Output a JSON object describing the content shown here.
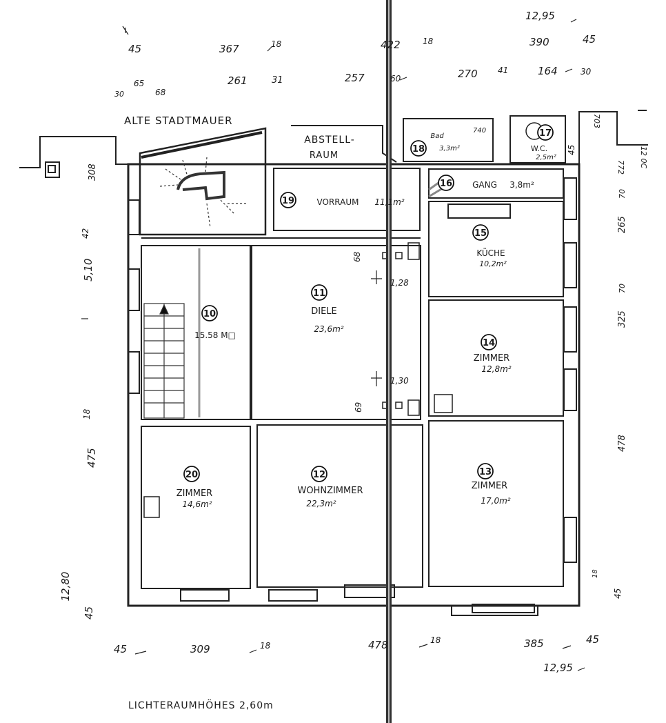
{
  "title": "ALTE STADTMAUER",
  "footer_note": "LICHTERAUMHÖHES 2,60m",
  "rooms": [
    {
      "num": "10",
      "name": "",
      "area": "15.58 M□"
    },
    {
      "num": "11",
      "name": "DIELE",
      "area": "23,6m²"
    },
    {
      "num": "12",
      "name": "WOHNZIMMER",
      "area": "22,3m²"
    },
    {
      "num": "13",
      "name": "ZIMMER",
      "area": "17,0m²"
    },
    {
      "num": "14",
      "name": "ZIMMER",
      "area": "12,8m²"
    },
    {
      "num": "15",
      "name": "KÜCHE",
      "area": "10,2m²"
    },
    {
      "num": "16",
      "name": "GANG",
      "area": "3,8m²"
    },
    {
      "num": "17",
      "name": "W.C.",
      "area": "2,5m²"
    },
    {
      "num": "18",
      "name": "Bad",
      "area": "3,3m²"
    },
    {
      "num": "19",
      "name": "VORRAUM",
      "area": "11,1m²"
    },
    {
      "num": "20",
      "name": "ZIMMER",
      "area": "14,6m²"
    }
  ],
  "abstellraum": [
    "ABSTELL-",
    "RAUM"
  ],
  "dimensions": {
    "total_top": "12,95",
    "total_bottom": "12,95",
    "total_left": "12,80",
    "top_row1": [
      "45",
      "367",
      "18",
      "422",
      "18",
      "390",
      "45"
    ],
    "top_row2": [
      "30",
      "65",
      "68",
      "261",
      "31",
      "257",
      "60",
      "270",
      "41",
      "164",
      "30"
    ],
    "left": [
      "308",
      "5,10",
      "42",
      "475",
      "18",
      "45"
    ],
    "right": [
      "703",
      "45",
      "772",
      "265",
      "70",
      "325",
      "70",
      "478",
      "45",
      "18",
      "12 0C"
    ],
    "bottom": [
      "45",
      "309",
      "18",
      "478",
      "18",
      "385",
      "45"
    ],
    "inner": [
      "68",
      "1,28",
      "1,30",
      "69",
      "740"
    ]
  }
}
